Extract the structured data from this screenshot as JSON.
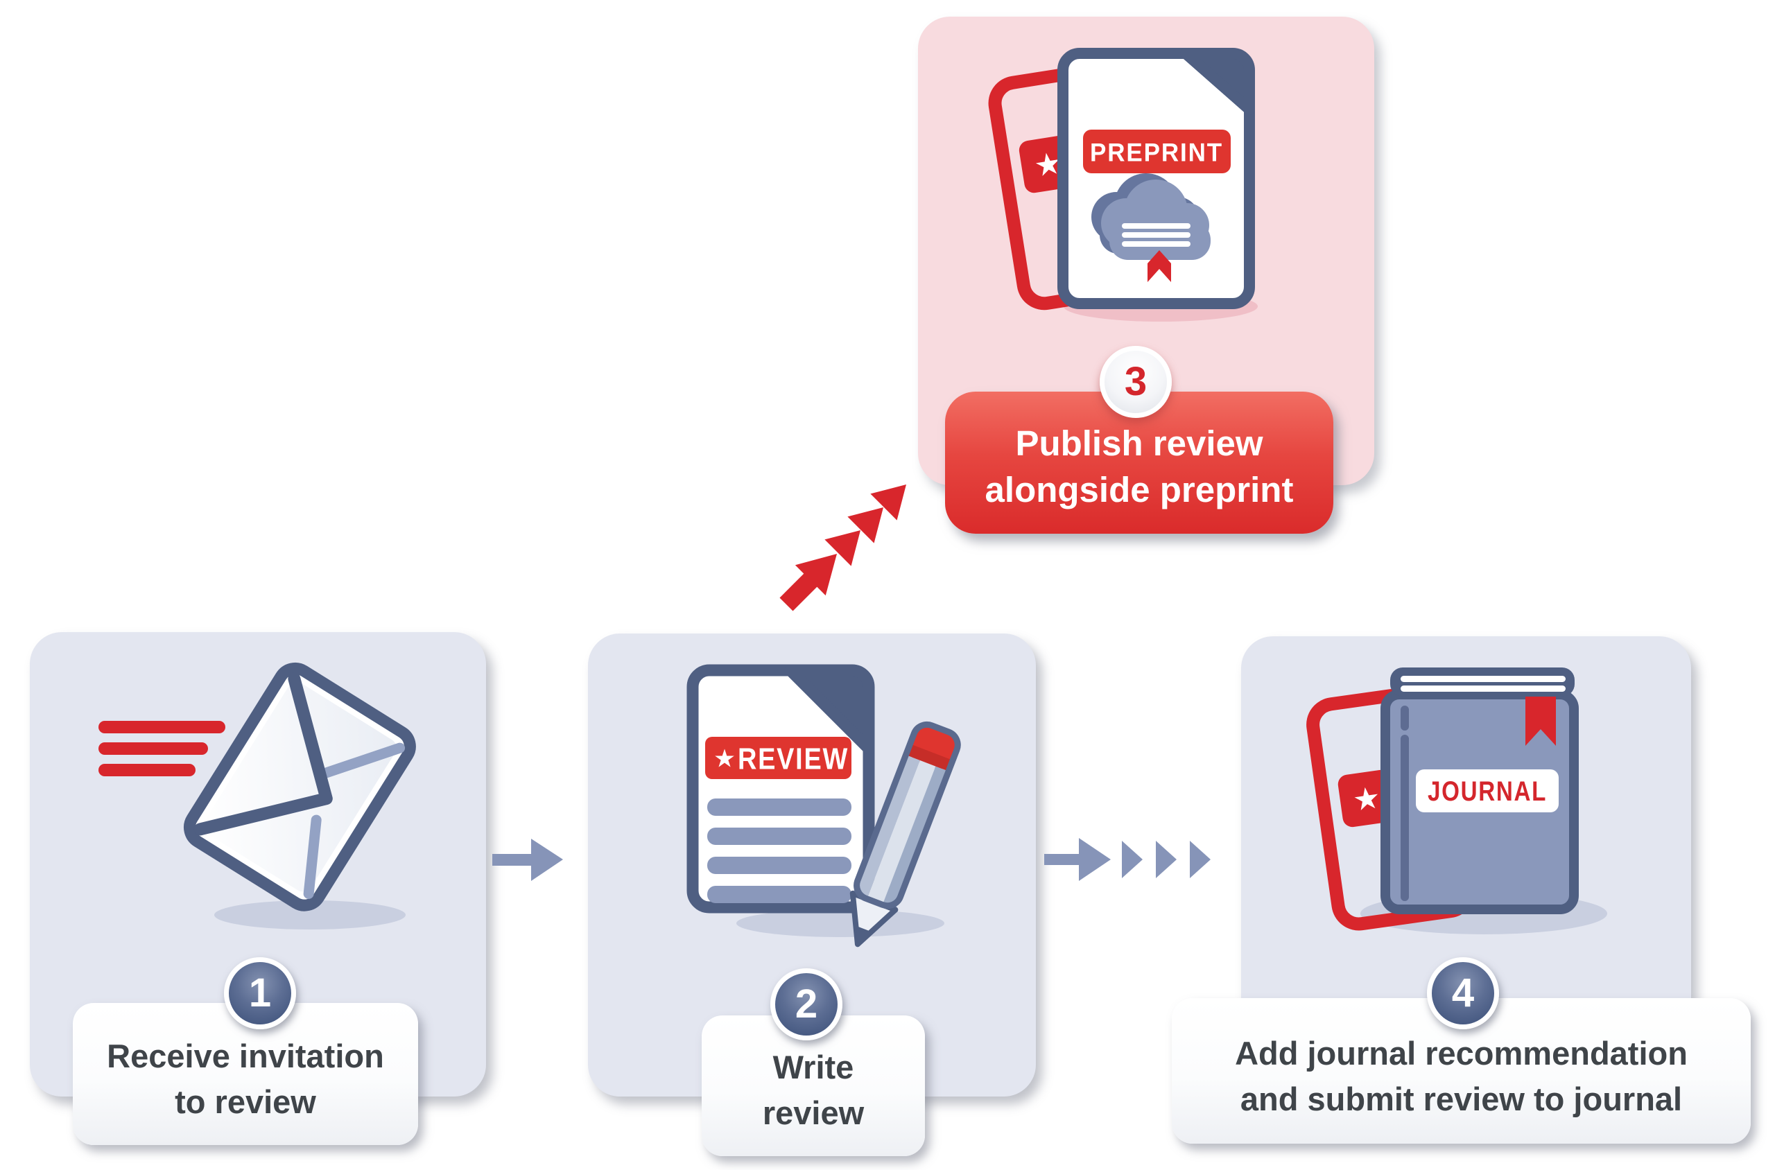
{
  "steps": {
    "step1": {
      "number": "1",
      "label_line1": "Receive invitation",
      "label_line2": "to review"
    },
    "step2": {
      "number": "2",
      "label_line1": "Write",
      "label_line2": "review",
      "doc_banner": "REVIEW"
    },
    "step3": {
      "number": "3",
      "button_line1": "Publish review",
      "button_line2": "alongside preprint",
      "doc_banner": "PREPRINT"
    },
    "step4": {
      "number": "4",
      "label_line1": "Add journal recommendation",
      "label_line2": "and submit review to journal",
      "book_label": "JOURNAL"
    }
  },
  "icons": {
    "star": "★"
  },
  "colors": {
    "red": "#D8262C",
    "banner_red": "#DF352F",
    "slate": "#4F5F82",
    "blue_gray": "#8A98BB",
    "card_gray": "#E3E6F0",
    "card_pink": "#F8DBDF",
    "shadow_gray": "#C9CFE0",
    "shadow_pink": "#F0BFC7",
    "label_text": "#3F4449",
    "arrow_blue": "#8694B8",
    "button_red_top": "#F06A60",
    "button_red_bottom": "#DA2B2B",
    "badge_blue": "#4F6288"
  }
}
